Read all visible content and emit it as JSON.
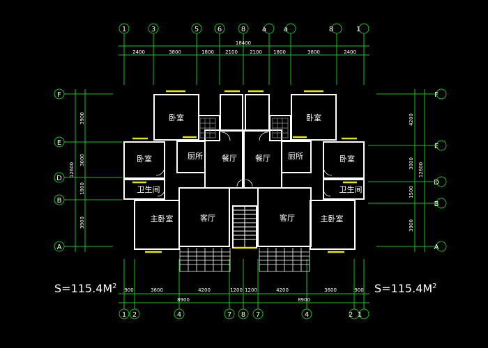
{
  "colors": {
    "background": "#000000",
    "axis": "#17c217",
    "wall": "#ffffff",
    "window": "#e6e600",
    "text": "#ffffff"
  },
  "top_axes": [
    "1",
    "3",
    "5",
    "6",
    "8",
    "a",
    "a",
    "8",
    "1"
  ],
  "bottom_axes": [
    "1",
    "2",
    "4",
    "7",
    "8",
    "7",
    "4",
    "2",
    "1"
  ],
  "left_axes": [
    "F",
    "E",
    "D",
    "B",
    "A"
  ],
  "right_axes": [
    "F",
    "E",
    "D",
    "B",
    "A"
  ],
  "top_dims": {
    "total": "18400",
    "segments": [
      "2400",
      "3800",
      "1800",
      "2100",
      "2100",
      "1800",
      "3800",
      "2400"
    ]
  },
  "bottom_dims": {
    "left_total": "8900",
    "right_total": "8900",
    "segments": [
      "900",
      "3600",
      "4200",
      "1200",
      "1200",
      "4200",
      "3600",
      "900"
    ]
  },
  "left_dims": {
    "total": "12600",
    "segments": [
      "3900",
      "3000",
      "1800",
      "3900"
    ]
  },
  "right_dims": {
    "total": "12600",
    "segments": [
      "4200",
      "3000",
      "1500",
      "3900"
    ]
  },
  "area_left": "S=115.4M",
  "area_right": "S=115.4M",
  "area_sup": "2",
  "rooms": {
    "bedroom_top_left": "卧室",
    "bedroom_top_right": "卧室",
    "bedroom_mid_left": "卧室",
    "bedroom_mid_right": "卧室",
    "kitchen_left": "厨所",
    "kitchen_right": "厨所",
    "dining_left": "餐厅",
    "dining_right": "餐厅",
    "bath_left": "卫生间",
    "bath_right": "卫生间",
    "master_left": "主卧室",
    "master_right": "主卧室",
    "living_left": "客厅",
    "living_right": "客厅"
  }
}
